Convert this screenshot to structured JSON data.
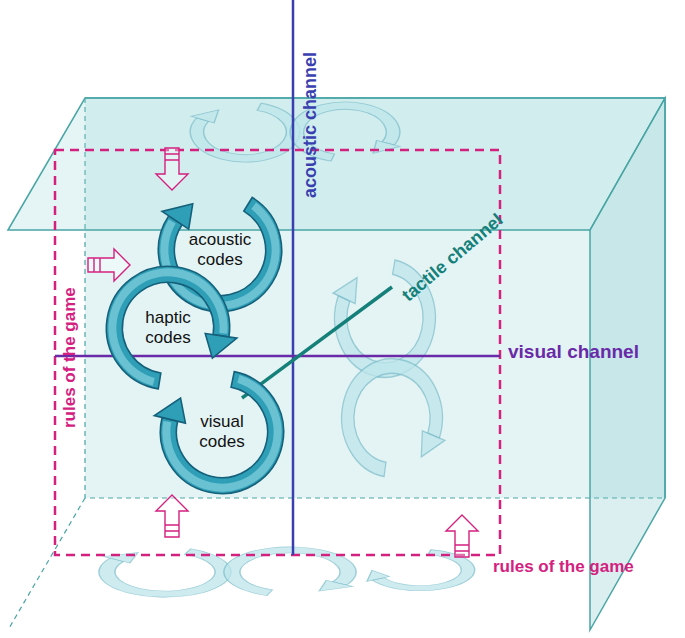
{
  "diagram": {
    "nodes": [
      {
        "text": [
          "acoustic codes"
        ]
      },
      {
        "text": [
          "haptic codes"
        ]
      },
      {
        "text": [
          "visual codes"
        ]
      }
    ],
    "labels": [
      "acoustic channel",
      "tactile channel",
      "visual channel",
      "rules of the game",
      "rules of the game"
    ]
  }
}
